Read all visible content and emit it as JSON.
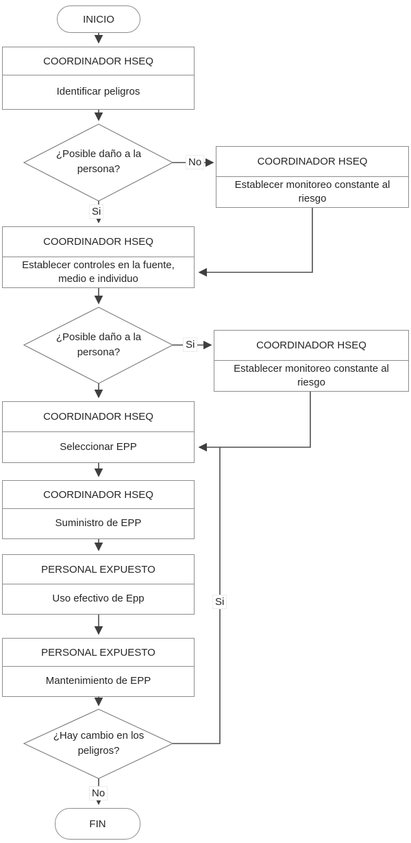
{
  "colors": {
    "line": "#4d4d4d",
    "arrowhead": "#3f3f3f",
    "box_border": "#8c8c8c",
    "diamond_border": "#7f7f7f",
    "text": "#262626",
    "background": "#ffffff"
  },
  "flowchart": {
    "start": {
      "label": "INICIO"
    },
    "end": {
      "label": "FIN"
    },
    "nodes": {
      "identificar": {
        "header": "COORDINADOR HSEQ",
        "body": "Identificar peligros"
      },
      "monitoreo1": {
        "header": "COORDINADOR HSEQ",
        "body": "Establecer monitoreo constante al riesgo"
      },
      "controles": {
        "header": "COORDINADOR HSEQ",
        "body": "Establecer controles en la fuente, medio e individuo"
      },
      "monitoreo2": {
        "header": "COORDINADOR HSEQ",
        "body": "Establecer monitoreo constante al riesgo"
      },
      "seleccionar": {
        "header": "COORDINADOR HSEQ",
        "body": "Seleccionar EPP"
      },
      "suministro": {
        "header": "COORDINADOR HSEQ",
        "body": "Suministro de EPP"
      },
      "uso": {
        "header": "PERSONAL EXPUESTO",
        "body": "Uso efectivo de Epp"
      },
      "mantenimiento": {
        "header": "PERSONAL EXPUESTO",
        "body": "Mantenimiento de EPP"
      }
    },
    "decisions": {
      "dano1": {
        "question": "¿Posible daño a la persona?"
      },
      "dano2": {
        "question": "¿Posible daño a la persona?"
      },
      "cambio": {
        "question": "¿Hay cambio en los peligros?"
      }
    },
    "edge_labels": {
      "no1": "No",
      "si1": "Si",
      "si2": "Si",
      "si_feedback": "Si",
      "no2": "No"
    }
  }
}
